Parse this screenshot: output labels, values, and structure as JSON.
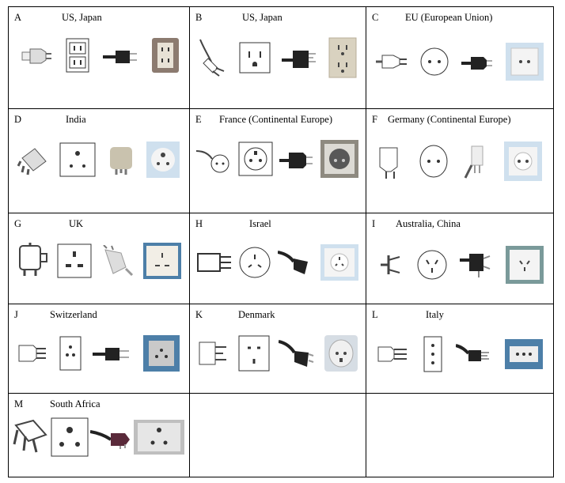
{
  "cells": [
    {
      "letter": "A",
      "country": "US, Japan"
    },
    {
      "letter": "B",
      "country": "US, Japan"
    },
    {
      "letter": "C",
      "country": "EU (European Union)"
    },
    {
      "letter": "D",
      "country": "India"
    },
    {
      "letter": "E",
      "country": "France (Continental Europe)"
    },
    {
      "letter": "F",
      "country": "Germany (Continental Europe)"
    },
    {
      "letter": "G",
      "country": "UK"
    },
    {
      "letter": "H",
      "country": "Israel"
    },
    {
      "letter": "I",
      "country": "Australia, China"
    },
    {
      "letter": "J",
      "country": "Switzerland"
    },
    {
      "letter": "K",
      "country": "Denmark"
    },
    {
      "letter": "L",
      "country": "Italy"
    },
    {
      "letter": "M",
      "country": "South Africa"
    }
  ],
  "colors": {
    "border": "#000000",
    "outlet_plate": "#d9d2c0",
    "photo_blue": "#cfe0ee",
    "cord": "#222222"
  }
}
